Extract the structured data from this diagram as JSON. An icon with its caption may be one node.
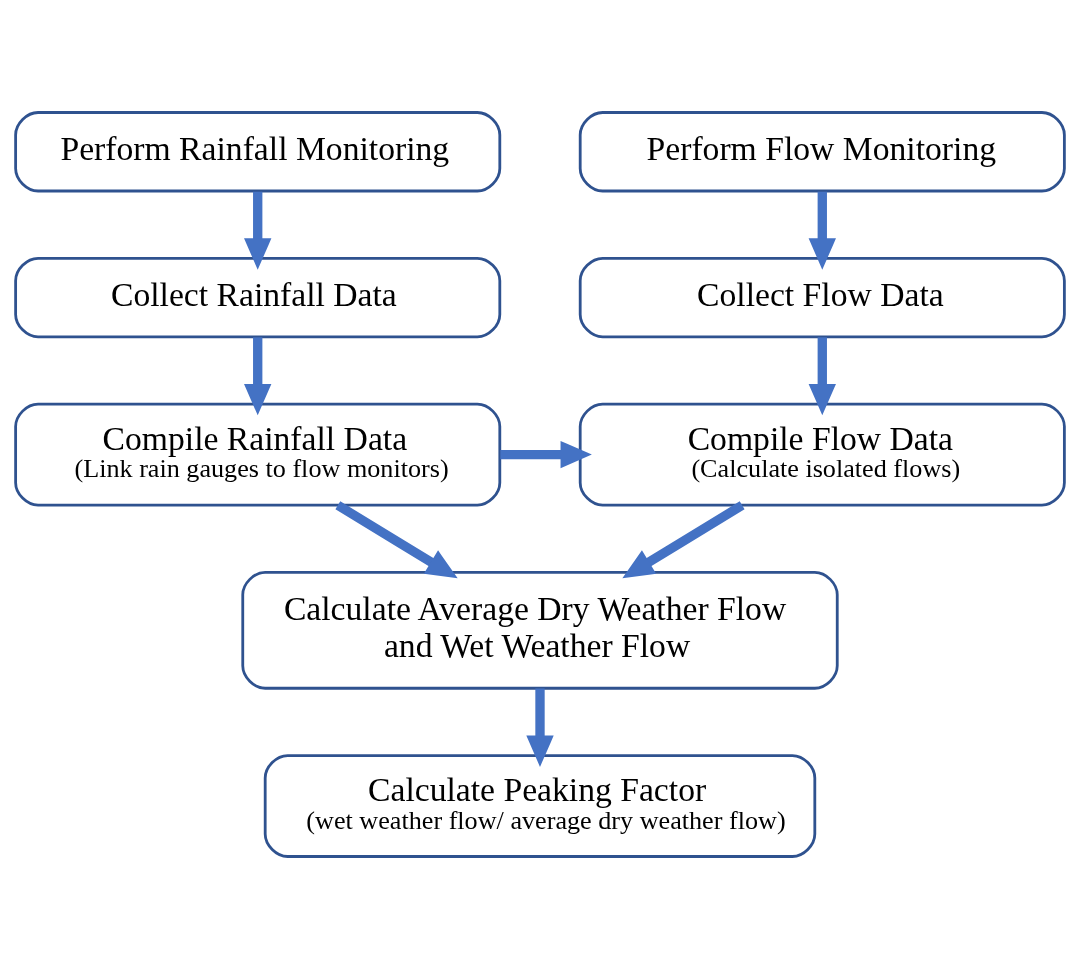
{
  "diagram": {
    "nodes": [
      {
        "text": [
          "Perform Rainfall Monitoring"
        ]
      },
      {
        "text": [
          "Perform Flow Monitoring"
        ]
      },
      {
        "text": [
          "Collect Rainfall Data"
        ]
      },
      {
        "text": [
          "Collect Flow Data"
        ]
      },
      {
        "text": [
          "Compile Rainfall Data",
          "(Link rain gauges to flow monitors)"
        ]
      },
      {
        "text": [
          "Compile Flow Data",
          "(Calculate isolated flows)"
        ]
      },
      {
        "text": [
          "Calculate Average Dry Weather Flow and Wet Weather Flow"
        ]
      },
      {
        "text": [
          "Calculate Peaking Factor",
          "(wet weather flow/ average dry weather flow)"
        ]
      }
    ],
    "edges": [
      {
        "from": 0,
        "to": 2,
        "arrow": "to"
      },
      {
        "from": 1,
        "to": 3,
        "arrow": "to"
      },
      {
        "from": 2,
        "to": 4,
        "arrow": "to"
      },
      {
        "from": 3,
        "to": 5,
        "arrow": "to"
      },
      {
        "from": 4,
        "to": 5,
        "arrow": "to"
      },
      {
        "from": 4,
        "to": 6,
        "arrow": "to"
      },
      {
        "from": 5,
        "to": 6,
        "arrow": "to"
      },
      {
        "from": 6,
        "to": 7,
        "arrow": "to"
      }
    ]
  }
}
